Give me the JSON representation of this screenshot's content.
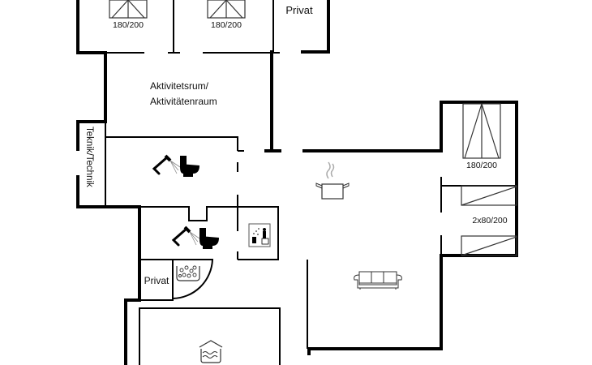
{
  "floorplan": {
    "rooms": {
      "bedroom_1": {
        "label": "180/200",
        "bed_icon": "double-bed-icon"
      },
      "bedroom_2": {
        "label": "180/200",
        "bed_icon": "double-bed-icon"
      },
      "privat_top": {
        "label": "Privat"
      },
      "activity_room": {
        "label_line1": "Aktivitetsrum/",
        "label_line2": "Aktivitätenraum"
      },
      "technik": {
        "label": "Teknik/Technik"
      },
      "bathroom_1": {
        "icons": [
          "shower-icon",
          "toilet-icon"
        ]
      },
      "bathroom_2": {
        "icons": [
          "shower-icon",
          "toilet-icon"
        ]
      },
      "sauna": {
        "icon": "sauna-icon"
      },
      "privat_bottom": {
        "label": "Privat"
      },
      "whirlpool": {
        "icon": "whirlpool-icon"
      },
      "pool": {
        "icon": "pool-icon"
      },
      "kitchen": {
        "icon": "cooking-pot-icon"
      },
      "living": {
        "icon": "sofa-icon"
      },
      "bedroom_3": {
        "label": "180/200",
        "bed_icon": "double-bed-icon"
      },
      "bedroom_4": {
        "label": "2x80/200",
        "bed_icon": "single-beds-icon"
      }
    }
  }
}
